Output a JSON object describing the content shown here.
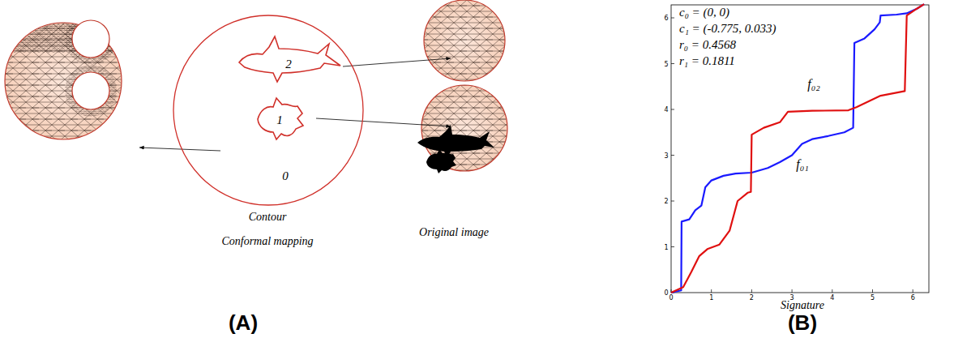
{
  "diagram": {
    "nodes": [
      {
        "text": [
          "0"
        ]
      },
      {
        "text": [
          "2"
        ],
        "in": 0
      },
      {
        "text": [
          "1"
        ],
        "in": 0
      }
    ],
    "labels": [
      "Contour",
      "Conformal mapping",
      "Original image",
      "(A)",
      "(B)",
      "Signature",
      "c₀ = (0, 0)",
      "c₁ = (-0.775, 0.033)",
      "r₀ = 0.4568",
      "r₁ = 0.1811",
      "f₀₂",
      "f₀₁",
      "0",
      "1",
      "2",
      "3",
      "4",
      "5",
      "6",
      "0",
      "1",
      "2",
      "3",
      "4",
      "5",
      "6"
    ]
  }
}
